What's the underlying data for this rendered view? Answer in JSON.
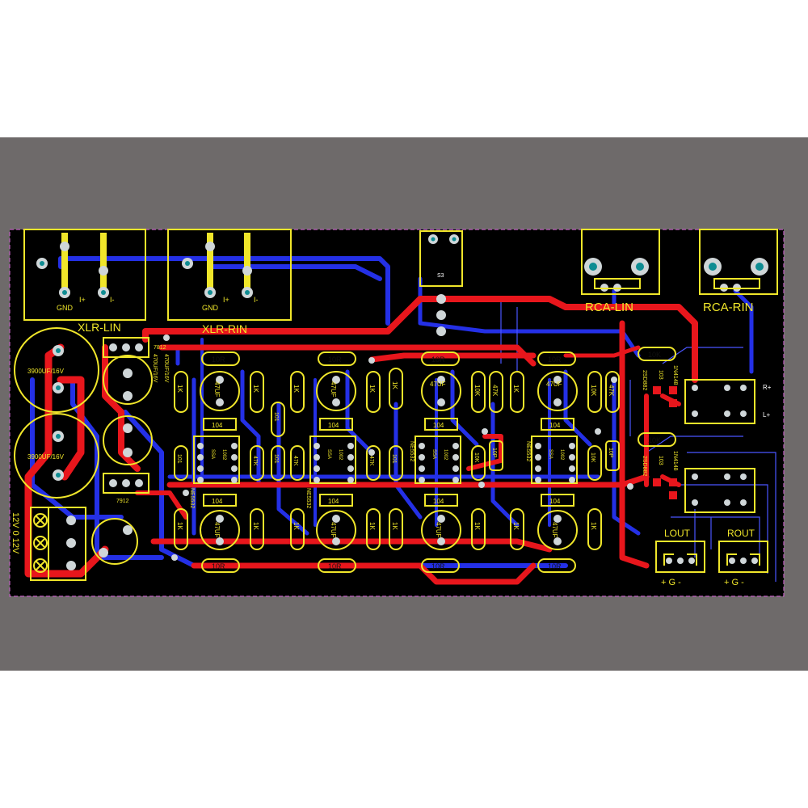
{
  "board": {
    "colors": {
      "background": "#000000",
      "frame": "#6e6a6a",
      "silkscreen": "#f0e62a",
      "top_copper": "#e8161c",
      "bottom_copper": "#2430e6",
      "pad": "#cfd6d8",
      "outline": "#c060c0"
    },
    "xlr_lin": {
      "label": "XLR-LIN",
      "pin_gnd": "GND",
      "pin_ip": "I+",
      "pin_im": "I-"
    },
    "xlr_rin": {
      "label": "XLR-RIN",
      "pin_gnd": "GND",
      "pin_ip": "I+",
      "pin_im": "I-"
    },
    "switch": {
      "label": "S3"
    },
    "rca_lin": {
      "label": "RCA-LIN"
    },
    "rca_rin": {
      "label": "RCA-RIN"
    },
    "caps": {
      "big": "3900UF/16V",
      "small": "470UF/16V",
      "stage": "47UF"
    },
    "regulators": {
      "pos": "7812",
      "neg": "7912"
    },
    "power_terminal": {
      "label": "12V 0 12V"
    },
    "resistors": {
      "r10": "10R",
      "r1k": "1K",
      "r47k": "47K",
      "r10k": "10K",
      "r101": "101"
    },
    "decoupling": "104",
    "opamp": "NE5532",
    "ic_bottom_text": "SSA",
    "ic_bottom_text2": "1002",
    "caps_10p": "10P",
    "relay_diode": "1N4148",
    "relay_res": "2SD882",
    "relay_r": "103",
    "relay_pins": {
      "rp": "R+",
      "lp": "L+"
    },
    "outputs": {
      "lout": {
        "label": "LOUT",
        "pins": "+ G -"
      },
      "rout": {
        "label": "ROUT",
        "pins": "+ G -"
      }
    }
  }
}
